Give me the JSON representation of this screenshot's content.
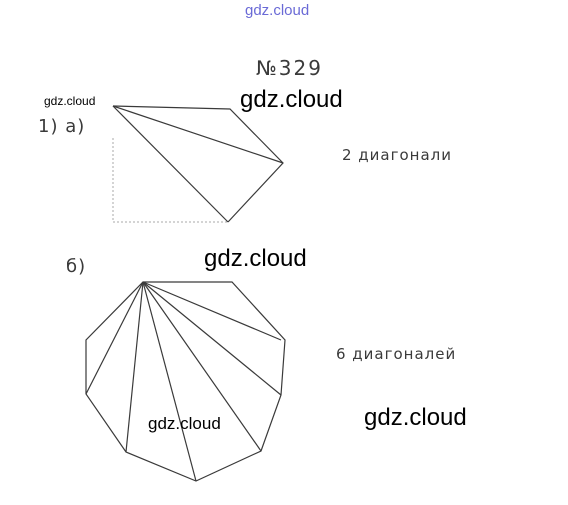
{
  "watermark_top": "gdz.cloud",
  "watermarks": {
    "small": "gdz.cloud",
    "w1": "gdz.cloud",
    "w2": "gdz.cloud",
    "w3": "gdz.cloud",
    "w4": "gdz.cloud"
  },
  "problem_number": "№329",
  "part_a_label": "1) а)",
  "part_b_label": "б)",
  "answer_a": "2 диагонали",
  "answer_b": "6 диагоналей",
  "colors": {
    "ink": "#3a3a3a",
    "watermark_top": "#6a6ad6",
    "dotted": "#aaaaaa"
  }
}
